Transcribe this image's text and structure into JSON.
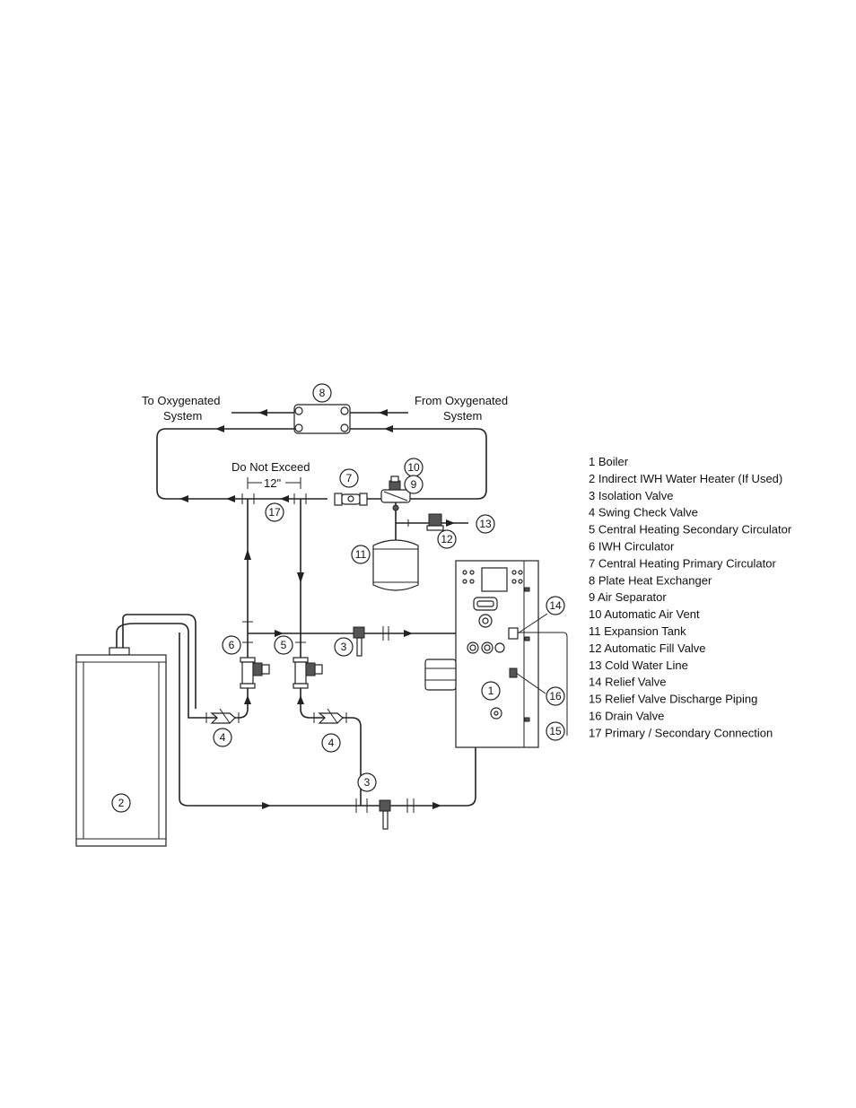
{
  "labels": {
    "to_system_1": "To Oxygenated",
    "to_system_2": "System",
    "from_system_1": "From Oxygenated",
    "from_system_2": "System",
    "do_not_exceed": "Do Not Exceed",
    "dimension": "12\""
  },
  "callouts": {
    "c1": "1",
    "c2": "2",
    "c3a": "3",
    "c3b": "3",
    "c4a": "4",
    "c4b": "4",
    "c5": "5",
    "c6": "6",
    "c7": "7",
    "c8": "8",
    "c9": "9",
    "c10": "10",
    "c11": "11",
    "c12": "12",
    "c13": "13",
    "c14": "14",
    "c15": "15",
    "c16": "16",
    "c17": "17"
  },
  "legend": [
    "1 Boiler",
    "2 Indirect IWH Water Heater (If Used)",
    "3 Isolation Valve",
    "4 Swing Check Valve",
    "5 Central Heating Secondary Circulator",
    "6 IWH Circulator",
    "7 Central Heating Primary Circulator",
    "8 Plate Heat Exchanger",
    "9 Air Separator",
    "10 Automatic Air Vent",
    "11 Expansion Tank",
    "12 Automatic Fill Valve",
    "13 Cold Water Line",
    "14 Relief Valve",
    "15 Relief Valve Discharge Piping",
    "16 Drain Valve",
    "17 Primary / Secondary Connection"
  ]
}
